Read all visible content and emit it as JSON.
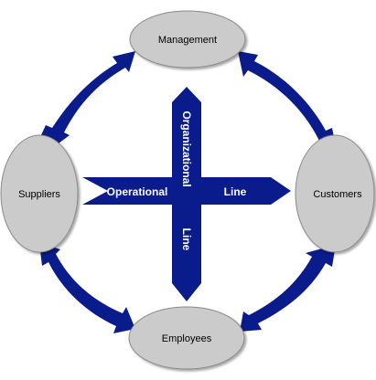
{
  "colors": {
    "arrow_fill": "#0a1b8c",
    "node_fill": "#cbcbcb",
    "node_stroke": "#8a8a8a",
    "label_text": "#000000",
    "arrow_text": "#ffffff"
  },
  "nodes": {
    "top": "Management",
    "left": "Suppliers",
    "right": "Customers",
    "bottom": "Employees"
  },
  "arrows": {
    "horizontal_left_label": "Operational",
    "horizontal_right_label": "Line",
    "vertical_top_label": "Organizational",
    "vertical_bottom_label": "Line"
  }
}
